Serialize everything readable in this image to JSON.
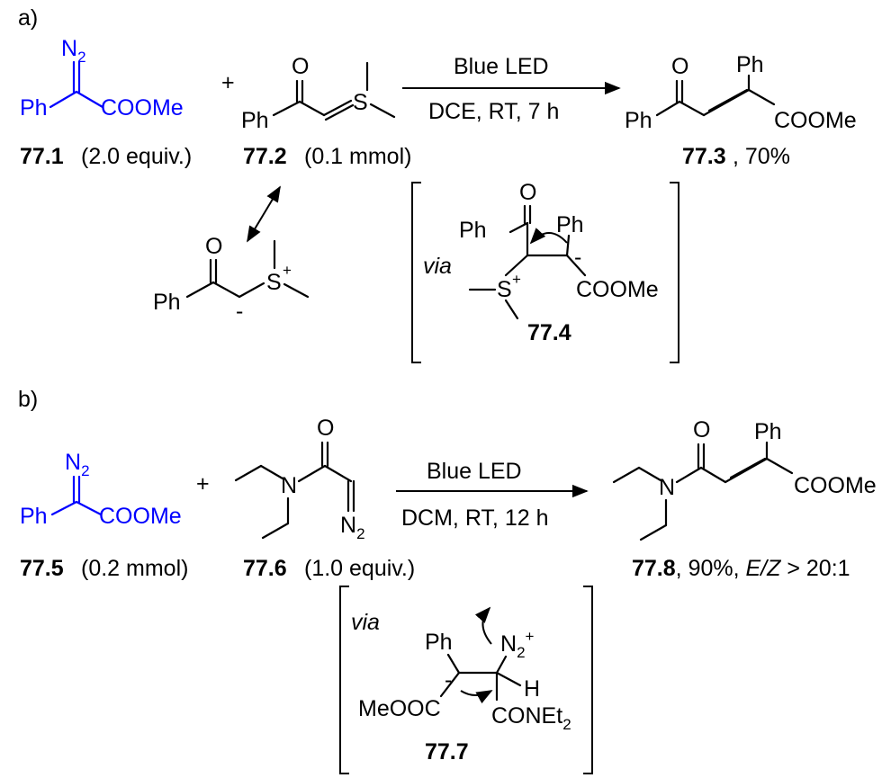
{
  "panel_a": {
    "label": "a)",
    "reagent1": {
      "n2": "N",
      "n2_sub": "2",
      "ph": "Ph",
      "ester": "COOMe",
      "id": "77.1",
      "amount": "(2.0 equiv.)",
      "color": "#0000ff"
    },
    "plus": "+",
    "reagent2": {
      "o": "O",
      "ph": "Ph",
      "s": "S",
      "id": "77.2",
      "amount": "(0.1 mmol)"
    },
    "conditions": {
      "top": "Blue LED",
      "bottom": "DCE, RT,  7 h"
    },
    "product": {
      "o": "O",
      "ph_top": "Ph",
      "ph_left": "Ph",
      "ester": "COOMe",
      "id": "77.3",
      "yield": ", 70%"
    },
    "ylide": {
      "o": "O",
      "ph": "Ph",
      "s": "S",
      "plus": "+",
      "minus": "-"
    },
    "intermediate": {
      "via": "via",
      "ph_left": "Ph",
      "o": "O",
      "ph_right": "Ph",
      "minus": "-",
      "s": "S",
      "plus": "+",
      "ester": "COOMe",
      "id": "77.4"
    }
  },
  "panel_b": {
    "label": "b)",
    "reagent1": {
      "n2": "N",
      "n2_sub": "2",
      "ph": "Ph",
      "ester": "COOMe",
      "id": "77.5",
      "amount": "(0.2 mmol)",
      "color": "#0000ff"
    },
    "plus": "+",
    "reagent2": {
      "o": "O",
      "n": "N",
      "n2": "N",
      "n2_sub": "2",
      "id": "77.6",
      "amount": "(1.0 equiv.)"
    },
    "conditions": {
      "top": "Blue LED",
      "bottom": "DCM, RT,  12 h"
    },
    "product": {
      "o": "O",
      "n": "N",
      "ph": "Ph",
      "ester": "COOMe",
      "id": "77.8",
      "yield": ", 90%, ",
      "ez": "E/Z",
      "ratio": " > 20:1"
    },
    "intermediate": {
      "via": "via",
      "ph": "Ph",
      "minus": "-",
      "n2": "N",
      "n2_sub": "2",
      "n2_plus": "+",
      "h": "H",
      "ester": "MeOOC",
      "amide": "CONEt",
      "amide_sub": "2",
      "id": "77.7"
    }
  }
}
